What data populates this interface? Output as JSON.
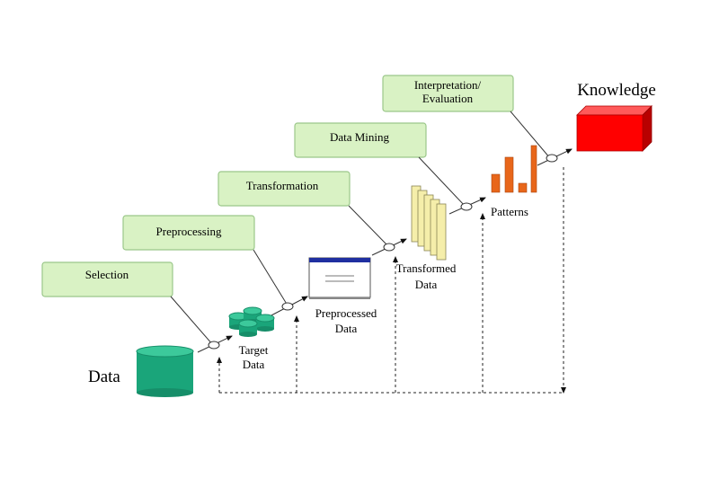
{
  "steps": {
    "selection": "Selection",
    "preprocessing": "Preprocessing",
    "transformation": "Transformation",
    "data_mining": "Data Mining",
    "interpretation_line1": "Interpretation/",
    "interpretation_line2": "Evaluation"
  },
  "artifacts": {
    "data": "Data",
    "target_line1": "Target",
    "target_line2": "Data",
    "preprocessed_line1": "Preprocessed",
    "preprocessed_line2": "Data",
    "transformed_line1": "Transformed",
    "transformed_line2": "Data",
    "patterns": "Patterns",
    "knowledge": "Knowledge"
  },
  "colors": {
    "step_box_fill": "#d9f2c4",
    "cylinder": "#1aa57a",
    "knowledge_cube": "#ff0000",
    "patterns_bar": "#e8661a",
    "transformed_sheet": "#f5eeaa"
  }
}
